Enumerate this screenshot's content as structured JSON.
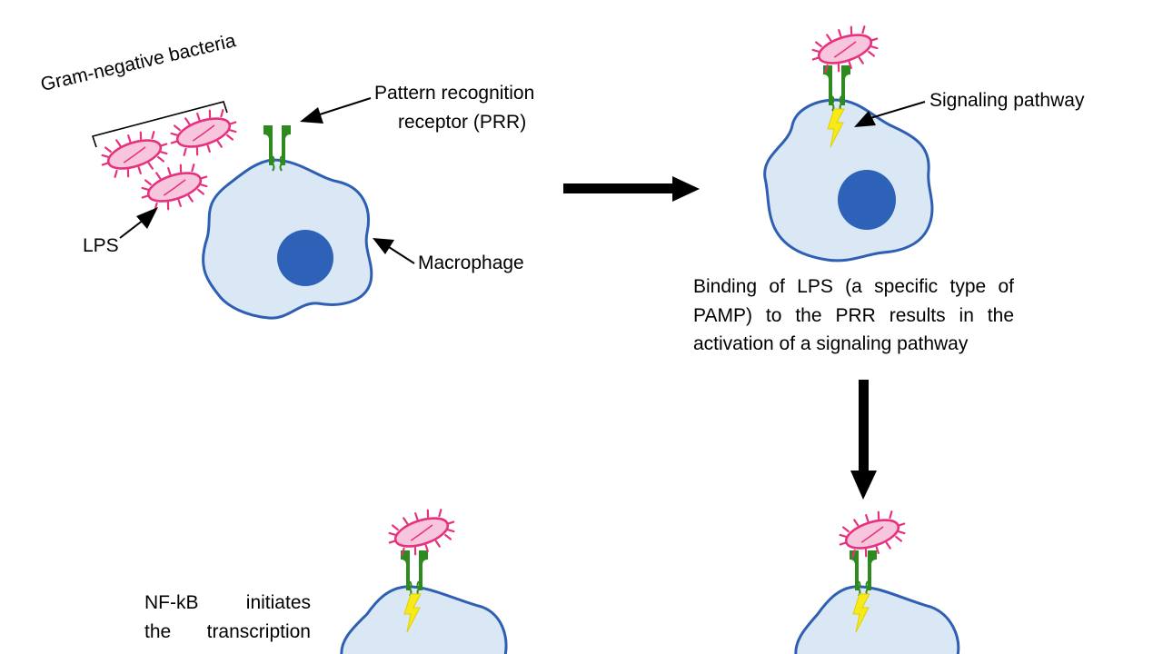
{
  "labels": {
    "gram_negative": "Gram-negative bacteria",
    "lps": "LPS",
    "prr_line1": "Pattern recognition",
    "prr_line2": "receptor (PRR)",
    "macrophage": "Macrophage",
    "signaling_pathway": "Signaling pathway"
  },
  "step2_caption": [
    "Binding of LPS (a specific type of",
    "PAMP) to the PRR results in the",
    "activation of a signaling pathway"
  ],
  "step_nfkb_caption": [
    "NF-kB initiates",
    "the transcription"
  ],
  "colors": {
    "cell_fill": "#dae7f5",
    "cell_outline": "#2e5fb2",
    "nucleus": "#2e62b8",
    "receptor": "#2e8a1f",
    "bacteria_fill": "#f8c6dc",
    "bacteria_outline": "#e6317e",
    "signal_bolt": "#f7ea18",
    "arrow": "#000000"
  }
}
